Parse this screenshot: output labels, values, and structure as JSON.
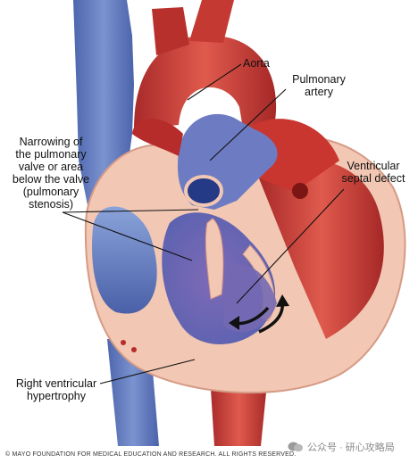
{
  "labels": {
    "aorta": "Aorta",
    "pulmonary_artery": "Pulmonary\nartery",
    "pulmonary_stenosis": "Narrowing of\nthe pulmonary\nvalve or area\nbelow the valve\n(pulmonary\nstenosis)",
    "ventricular_septal_defect": "Ventricular\nseptal defect",
    "right_ventricular_hypertrophy": "Right ventricular\nhypertrophy"
  },
  "copyright": "© MAYO FOUNDATION FOR MEDICAL EDUCATION AND RESEARCH. ALL RIGHTS RESERVED.",
  "watermark": "公众号 · 研心攻略局",
  "colors": {
    "oxygenated_red": "#c8332f",
    "deoxygenated_blue": "#5b73b8",
    "heart_wall": "#f2c7b3",
    "leader_line": "#111111"
  }
}
